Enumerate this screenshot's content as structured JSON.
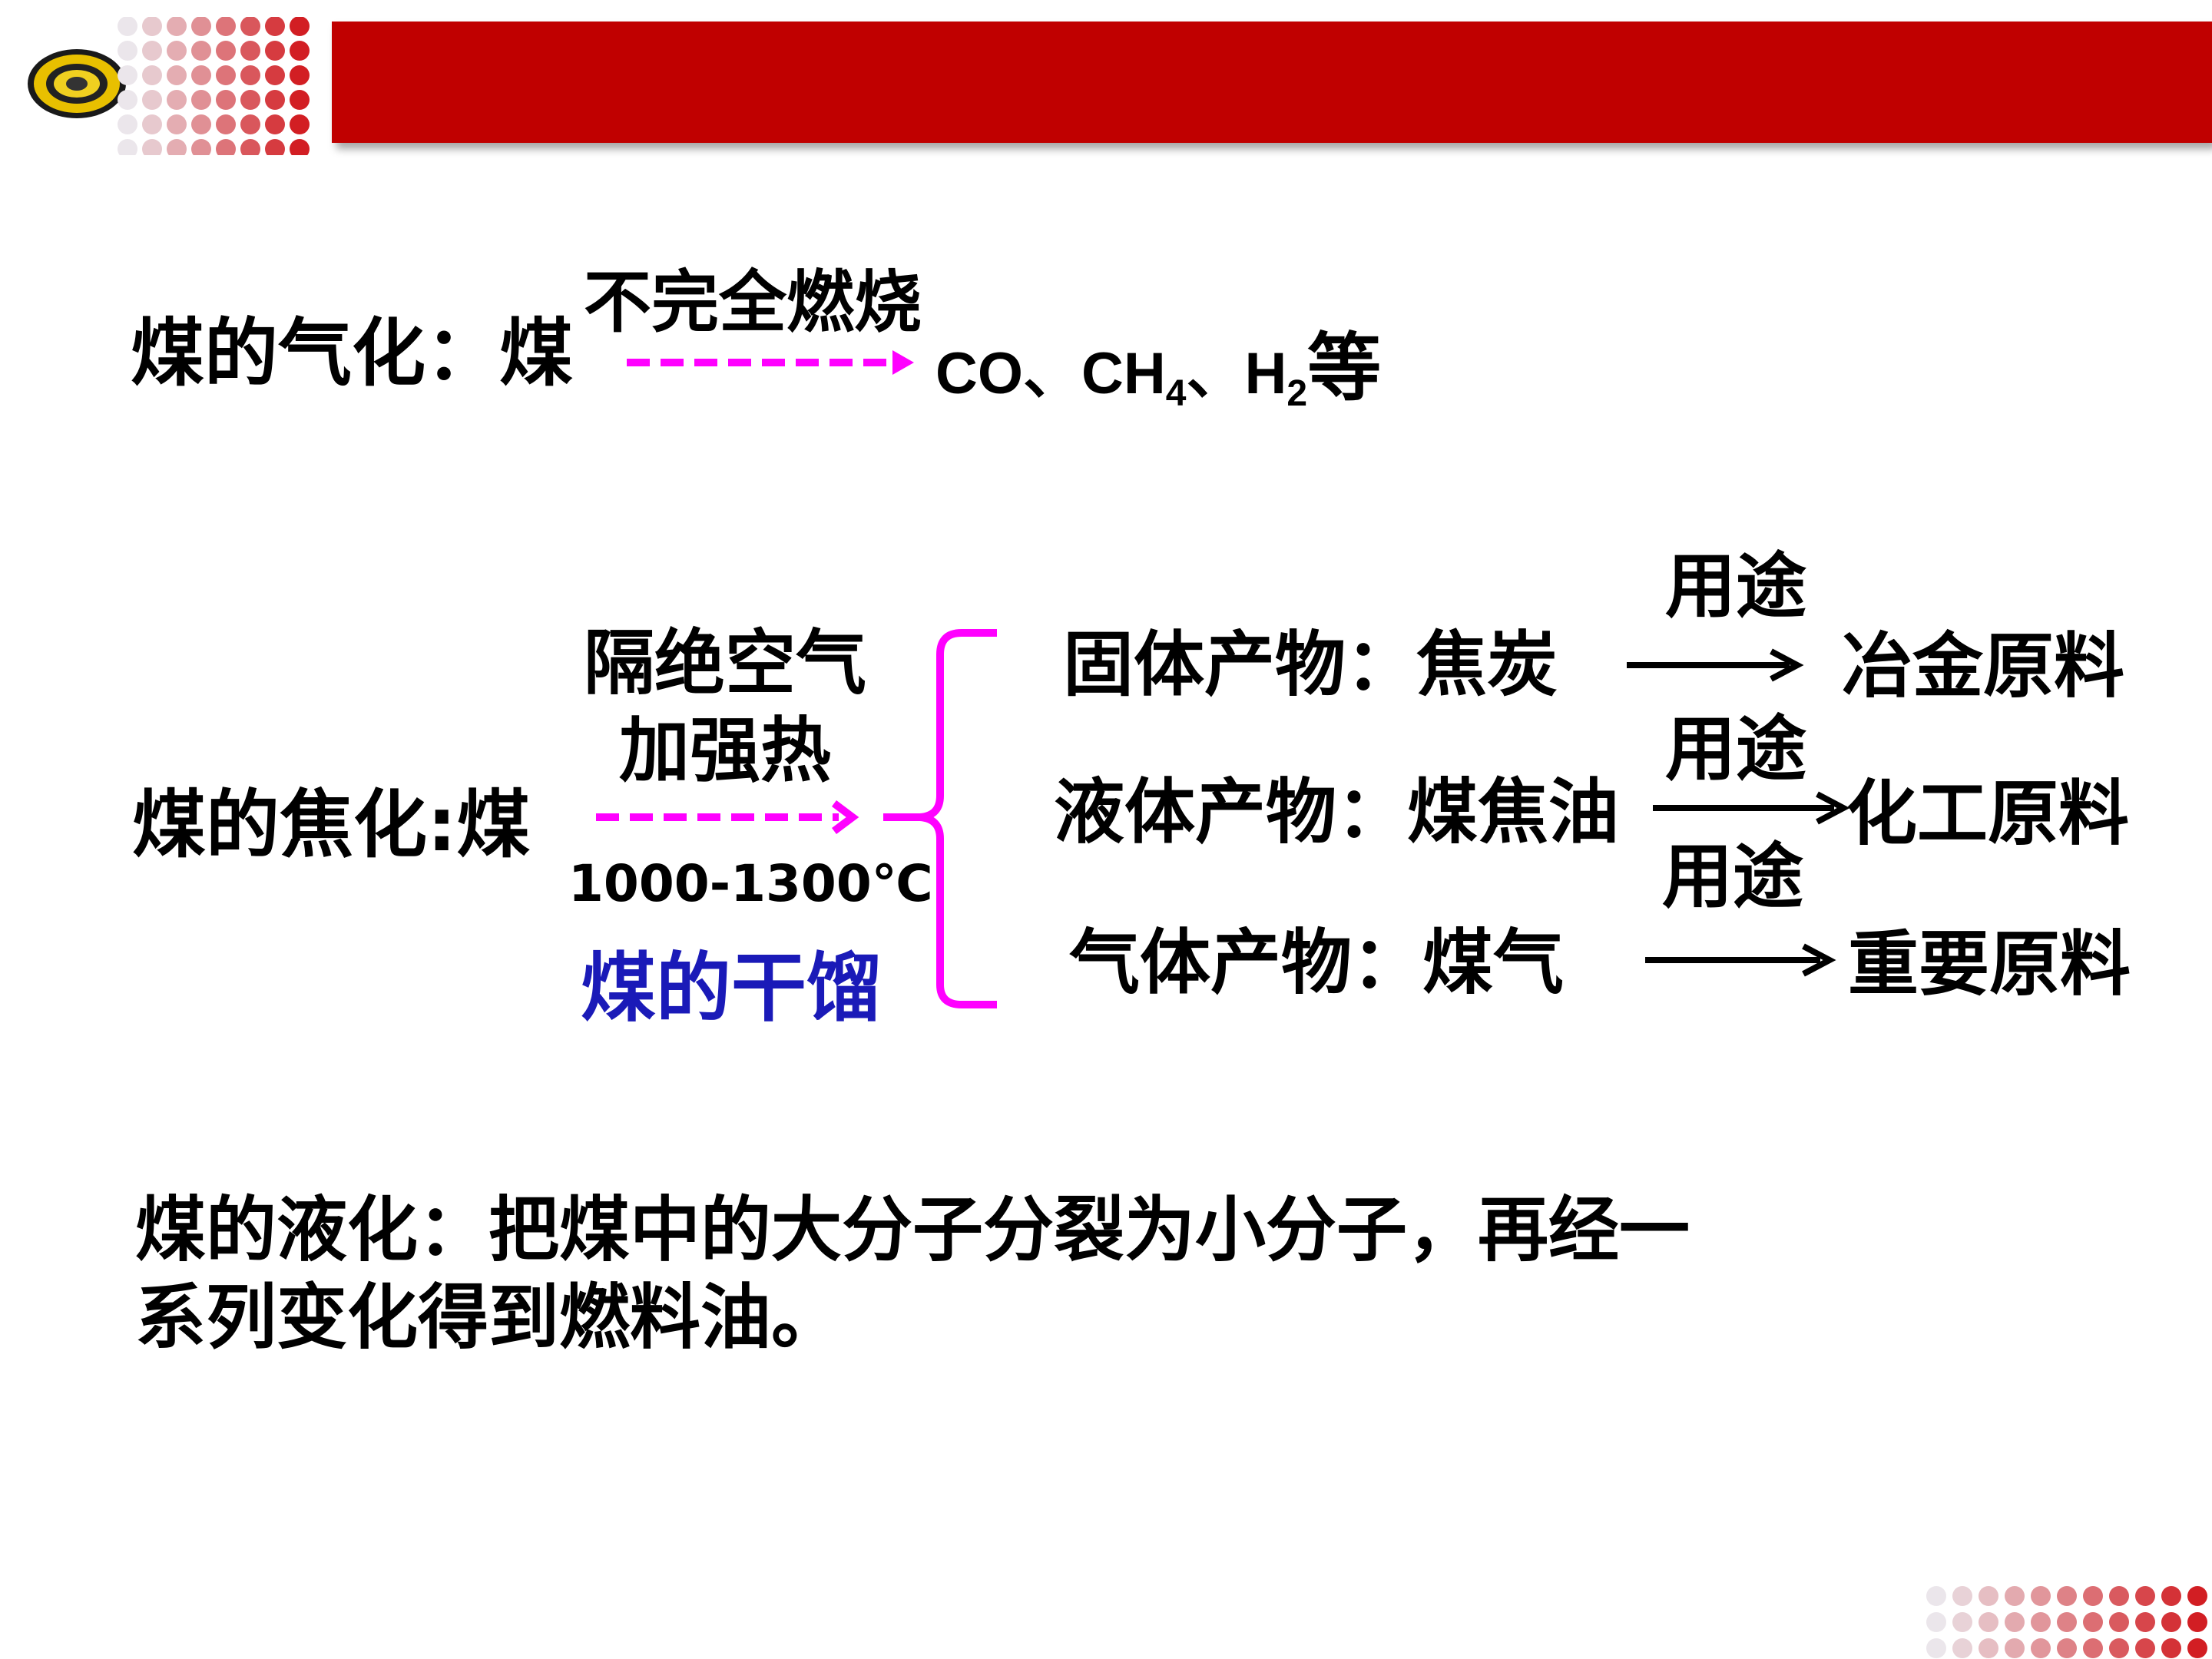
{
  "gasification": {
    "label": "煤的气化：煤",
    "condition": "不完全燃烧",
    "products": {
      "co": "CO、CH",
      "sub4": "4",
      "mid": "、H",
      "sub2": "2",
      "tail": "等"
    }
  },
  "coking": {
    "label": "煤的焦化:煤",
    "condition_line1": "隔绝空气",
    "condition_line2": "加强热",
    "temperature": "1000-1300℃",
    "process_name": "煤的干馏",
    "products": [
      {
        "name": "固体产物：焦炭",
        "use_label": "用途",
        "use": "冶金原料"
      },
      {
        "name": "液体产物：煤焦油",
        "use_label": "用途",
        "use": "化工原料"
      },
      {
        "name": "气体产物：煤气",
        "use_label": "用途",
        "use": "重要原料"
      }
    ]
  },
  "liquefaction": {
    "line1": "煤的液化：把煤中的大分子分裂为小分子，再经一",
    "line2": "系列变化得到燃料油。"
  },
  "colors": {
    "header_red": "#c00000",
    "arrow_magenta": "#ff00ff",
    "process_blue": "#1a1ab8"
  },
  "icons": [
    "school-logo-icon",
    "dot-pattern-icon"
  ]
}
